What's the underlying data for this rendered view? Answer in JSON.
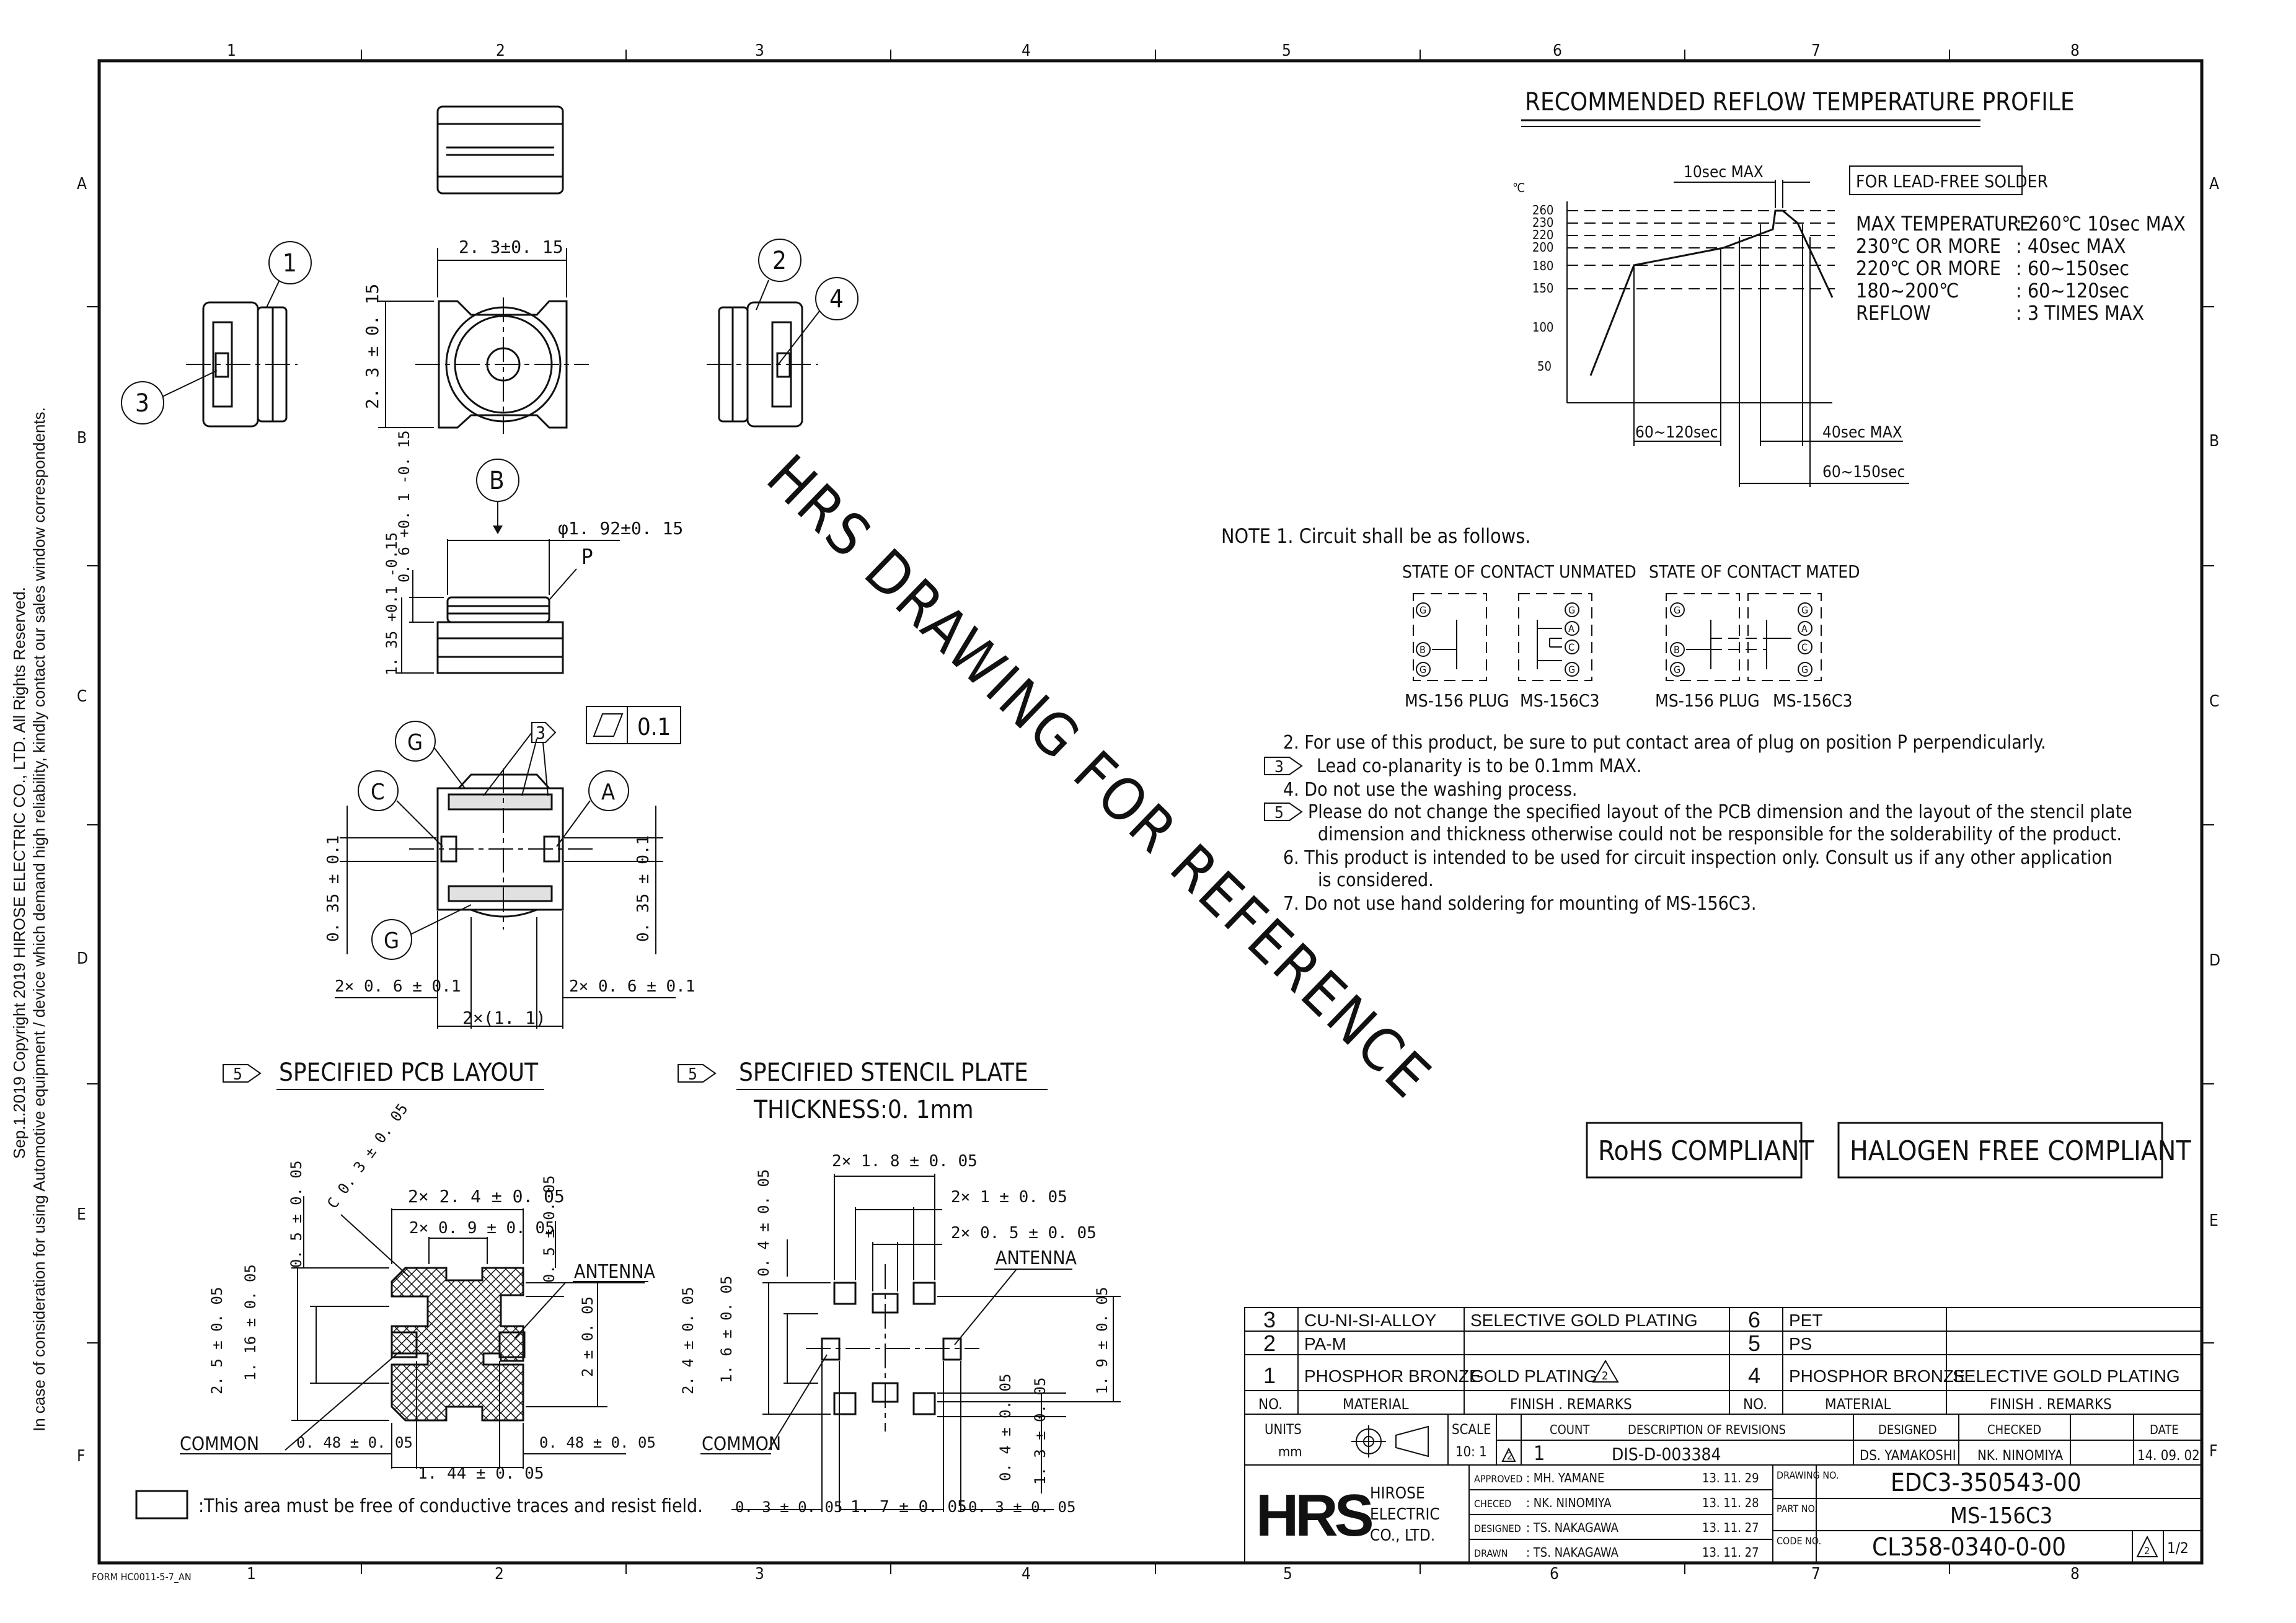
{
  "side_copyright": {
    "line1": "Sep.1.2019 Copyright 2019 HIROSE ELECTRIC CO., LTD. All Rights Reserved.",
    "line2": "In case of consideration for using Automotive equipment / device which demand high reliability, kindly contact our sales window correspondents."
  },
  "frame": {
    "cols": [
      "1",
      "2",
      "3",
      "4",
      "5",
      "6",
      "7",
      "8"
    ],
    "rows": [
      "A",
      "B",
      "C",
      "D",
      "E",
      "F"
    ],
    "form_code": "FORM HC0011-5-7_AN"
  },
  "watermark": "HRS DRAWING FOR REFERENCE",
  "views": {
    "callouts": [
      "1",
      "2",
      "3",
      "4"
    ],
    "dim_width": "2. 3±0. 15",
    "dim_height": "2. 3 ± 0. 15",
    "view_b": "B",
    "dim_dia": "φ1. 92±0. 15",
    "point_p": "P",
    "dim_06": "0. 6 +0. 1 -0. 15",
    "dim_135": "1. 35 +0.1 -0.15",
    "label_g": "G",
    "label_c": "C",
    "label_a": "A",
    "note3": "3",
    "flatness": "0.1",
    "dim_035": "0. 35 ± 0.1",
    "dim_2x06": "2× 0. 6 ± 0.1",
    "dim_2x11": "2×(1. 1)"
  },
  "reflow": {
    "title": "RECOMMENDED REFLOW TEMPERATURE PROFILE",
    "unit": "℃",
    "y_ticks": [
      "260",
      "230",
      "220",
      "200",
      "180",
      "150",
      "100",
      "50"
    ],
    "peak_label": "10sec MAX",
    "box": "FOR LEAD-FREE SOLDER",
    "rows": [
      {
        "k": "MAX TEMPERATURE",
        "v": ": 260℃ 10sec MAX"
      },
      {
        "k": "230℃ OR MORE",
        "v": ": 40sec MAX"
      },
      {
        "k": "220℃ OR MORE",
        "v": ": 60~150sec"
      },
      {
        "k": "180~200℃",
        "v": ": 60~120sec"
      },
      {
        "k": "REFLOW",
        "v": ": 3 TIMES MAX"
      }
    ],
    "dim1": "60~120sec",
    "dim2": "40sec MAX",
    "dim3": "60~150sec"
  },
  "notes": {
    "n1": "NOTE 1. Circuit shall be as follows.",
    "unmated": "STATE OF CONTACT UNMATED",
    "mated": "STATE OF CONTACT MATED",
    "plug": "MS-156 PLUG",
    "recept": "MS-156C3",
    "pins": [
      "G",
      "B",
      "G",
      "G",
      "A",
      "C",
      "G"
    ],
    "n2": "2. For use of this product, be sure to put contact area of plug on position P perpendicularly.",
    "n3_mark": "3",
    "n3": "Lead co-planarity is to be 0.1mm MAX.",
    "n4": "4. Do not use the washing process.",
    "n5_mark": "5",
    "n5a": "Please do not change the specified layout of the PCB dimension and the layout of the stencil plate",
    "n5b": "dimension and thickness otherwise could not be responsible for the solderability of the product.",
    "n6a": "6. This product is intended to be used for circuit inspection only. Consult us if any other application",
    "n6b": "is considered.",
    "n7": "7. Do not use hand soldering for mounting of MS-156C3."
  },
  "compliance": {
    "rohs": "RoHS COMPLIANT",
    "halogen": "HALOGEN FREE COMPLIANT"
  },
  "pcb": {
    "mark": "5",
    "title": "SPECIFIED PCB LAYOUT",
    "d_c03": "C 0. 3 ± 0. 05",
    "d_2x24": "2× 2. 4 ± 0. 05",
    "d_2x09": "2× 0. 9 ± 0. 05",
    "d_05a": "0. 5 ± 0. 05",
    "d_05b": "0. 5 ± 0. 05",
    "antenna": "ANTENNA",
    "d_25": "2. 5 ± 0. 05",
    "d_116": "1. 16 ± 0. 05",
    "d_2": "2 ± 0. 05",
    "common": "COMMON",
    "d_048a": "0. 48 ± 0. 05",
    "d_048b": "0. 48 ± 0. 05",
    "d_144": "1. 44 ± 0. 05",
    "legend": ":This area must be free of conductive traces and resist field."
  },
  "stencil": {
    "mark": "5",
    "title": "SPECIFIED STENCIL PLATE",
    "thickness": "THICKNESS:0. 1mm",
    "d_2x18": "2× 1. 8 ± 0. 05",
    "d_2x1": "2× 1 ± 0. 05",
    "d_2x05": "2× 0. 5 ± 0. 05",
    "d_04a": "0. 4 ± 0. 05",
    "antenna": "ANTENNA",
    "d_24": "2. 4 ± 0. 05",
    "d_16": "1. 6 ± 0. 05",
    "d_19": "1. 9 ± 0. 05",
    "common": "COMMON",
    "d_04b": "0. 4 ± 0. 05",
    "d_13": "1. 3 ± 0. 05",
    "d_03a": "0. 3 ± 0. 05",
    "d_17": "1. 7 ± 0. 05",
    "d_03b": "0. 3 ± 0. 05"
  },
  "bom": [
    {
      "no": "3",
      "mat": "CU-NI-SI-ALLOY",
      "fin": "SELECTIVE GOLD PLATING",
      "no2": "6",
      "mat2": "PET",
      "fin2": ""
    },
    {
      "no": "2",
      "mat": "PA-M",
      "fin": "",
      "no2": "5",
      "mat2": "PS",
      "fin2": ""
    },
    {
      "no": "1",
      "mat": "PHOSPHOR BRONZE",
      "fin": "GOLD PLATING",
      "no2": "4",
      "mat2": "PHOSPHOR BRONZE",
      "fin2": "SELECTIVE GOLD PLATING"
    }
  ],
  "bom_head": {
    "no": "NO.",
    "mat": "MATERIAL",
    "fin": "FINISH . REMARKS"
  },
  "title_block": {
    "units": "UNITS",
    "mm": "mm",
    "scale": "SCALE",
    "scale_val": "10: 1",
    "count": "COUNT",
    "desc": "DESCRIPTION OF REVISIONS",
    "designed": "DESIGNED",
    "checked": "CHECKED",
    "date": "DATE",
    "rev_mark": "2",
    "rev_count": "1",
    "rev_desc": "DIS-D-003384",
    "rev_designed": "DS. YAMAKOSHI",
    "rev_checked": "NK. NINOMIYA",
    "rev_date": "14. 09. 02",
    "logo": "HRS",
    "company1": "HIROSE",
    "company2": "ELECTRIC",
    "company3": "CO., LTD.",
    "approved": "APPROVED",
    "approved_by": ": MH. YAMANE",
    "approved_date": "13. 11. 29",
    "checked2": "CHECED",
    "checked_by": ": NK. NINOMIYA",
    "checked_date": "13. 11. 28",
    "designed2": "DESIGNED",
    "designed_by": ": TS. NAKAGAWA",
    "designed_date": "13. 11. 27",
    "drawn": "DRAWN",
    "drawn_by": ": TS. NAKAGAWA",
    "drawn_date": "13. 11. 27",
    "drawing_no_l": "DRAWING NO.",
    "drawing_no": "EDC3-350543-00",
    "part_no_l": "PART NO.",
    "part_no": "MS-156C3",
    "code_no_l": "CODE NO.",
    "code_no": "CL358-0340-0-00",
    "rev_box": "2",
    "sheet": "1/2"
  }
}
